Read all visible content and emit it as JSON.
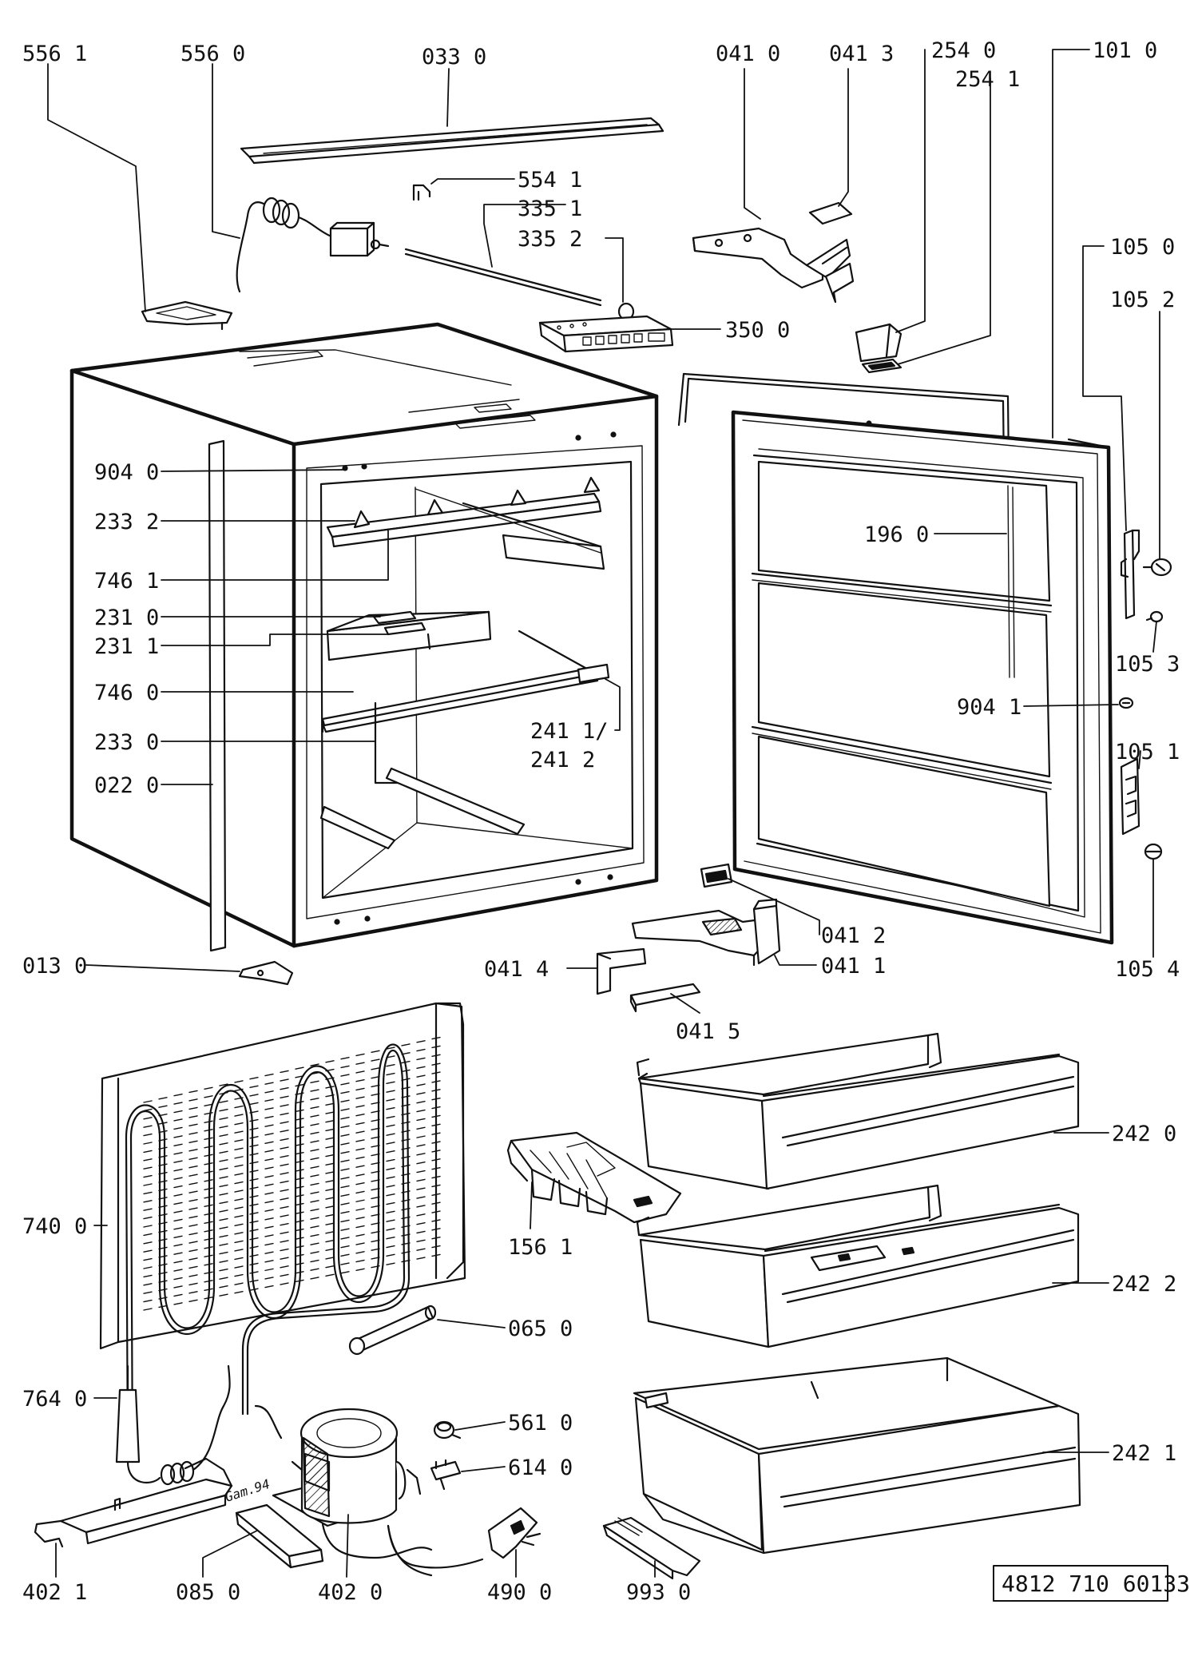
{
  "labels": {
    "p556_1": "556 1",
    "p556_0": "556 0",
    "p033_0": "033 0",
    "p041_0": "041 0",
    "p041_3": "041 3",
    "p254_0": "254 0",
    "p254_1": "254 1",
    "p101_0": "101 0",
    "p554_1": "554 1",
    "p335_1": "335 1",
    "p335_2": "335 2",
    "p350_0": "350 0",
    "p105_0": "105 0",
    "p105_2": "105 2",
    "p904_0": "904 0",
    "p233_2": "233 2",
    "p196_0": "196 0",
    "p746_1": "746 1",
    "p231_0": "231 0",
    "p231_1": "231 1",
    "p105_3": "105 3",
    "p746_0": "746 0",
    "p904_1": "904 1",
    "p233_0": "233 0",
    "p241_1": "241 1/",
    "p241_2": "241 2",
    "p105_1": "105 1",
    "p022_0": "022 0",
    "p041_2": "041 2",
    "p013_0": "013 0",
    "p041_4": "041 4",
    "p041_1": "041 1",
    "p105_4": "105 4",
    "p041_5": "041 5",
    "p242_0": "242 0",
    "p740_0": "740 0",
    "p156_1": "156 1",
    "p242_2": "242 2",
    "p065_0": "065 0",
    "p764_0": "764 0",
    "p561_0": "561 0",
    "p614_0": "614 0",
    "p242_1": "242 1",
    "p402_1": "402 1",
    "p085_0": "085 0",
    "p402_0": "402 0",
    "p490_0": "490 0",
    "p993_0": "993 0"
  },
  "handwritten_note": "Gam.94",
  "document_number": "4812 710 60133"
}
